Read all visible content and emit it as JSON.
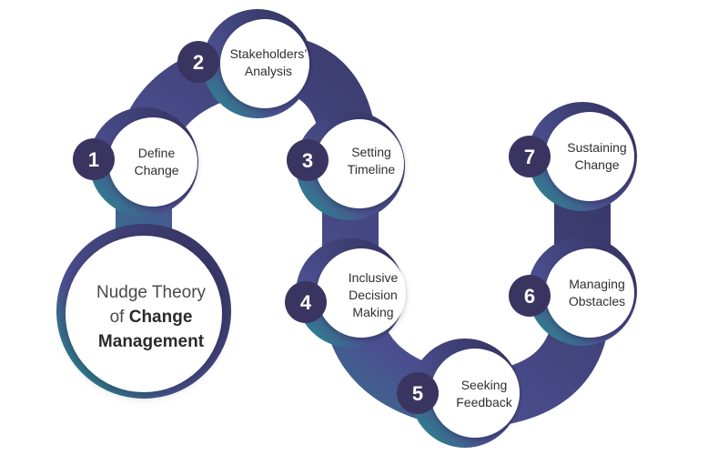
{
  "title": {
    "line1": "Nudge Theory",
    "line2_prefix": "of ",
    "line2_bold": "Change",
    "line3_bold": "Management"
  },
  "steps": [
    {
      "number": "1",
      "line1": "Define",
      "line2": "Change"
    },
    {
      "number": "2",
      "line1": "Stakeholders’",
      "line2": "Analysis"
    },
    {
      "number": "3",
      "line1": "Setting",
      "line2": "Timeline"
    },
    {
      "number": "4",
      "line1": "Inclusive",
      "line2": "Decision",
      "line3": "Making"
    },
    {
      "number": "5",
      "line1": "Seeking",
      "line2": "Feedback"
    },
    {
      "number": "6",
      "line1": "Managing",
      "line2": "Obstacles"
    },
    {
      "number": "7",
      "line1": "Sustaining",
      "line2": "Change"
    }
  ],
  "colors": {
    "path_start": "#1f9a8e",
    "path_mid": "#4a4a8c",
    "path_end": "#34305e",
    "badge": "#3a3560",
    "title_circle": "#ffffff"
  }
}
